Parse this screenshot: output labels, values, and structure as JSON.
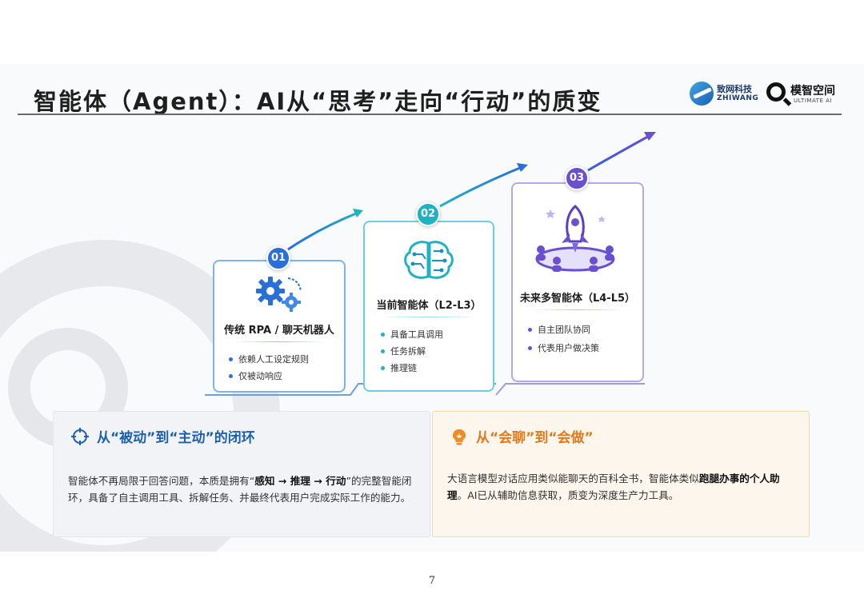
{
  "title": "智能体（Agent）：AI从“思考”走向“行动”的质变",
  "logos": {
    "zhiwang_cn": "致网科技",
    "zhiwang_en": "ZHIWANG",
    "mozhi_cn": "模智空间",
    "mozhi_en": "ULTIMATE AI"
  },
  "stages": [
    {
      "number": "01",
      "title": "传统 RPA / 聊天机器人",
      "icon": "gears-icon",
      "bullets": [
        "依赖人工设定规则",
        "仅被动响应"
      ]
    },
    {
      "number": "02",
      "title": "当前智能体（L2-L3）",
      "icon": "brain-circuit-icon",
      "bullets": [
        "具备工具调用",
        "任务拆解",
        "推理链"
      ]
    },
    {
      "number": "03",
      "title": "未来多智能体（L4-L5）",
      "icon": "rocket-team-icon",
      "bullets": [
        "自主团队协同",
        "代表用户做决策"
      ]
    }
  ],
  "panels": {
    "left": {
      "icon": "target-icon",
      "heading": "从“被动”到“主动”的闭环",
      "body_pre": "智能体不再局限于回答问题，本质是拥有“",
      "body_bold": "感知 → 推理 → 行动",
      "body_post": "”的完整智能闭环，具备了自主调用工具、拆解任务、并最终代表用户完成实际工作的能力。"
    },
    "right": {
      "icon": "lightbulb-icon",
      "heading": "从“会聊”到“会做”",
      "body_pre": "大语言模型对话应用类似能聊天的百科全书，智能体类似",
      "body_bold": "跑腿办事的个人助理",
      "body_post": "。AI已从辅助信息获取，质变为深度生产力工具。"
    }
  },
  "colors": {
    "stage1": "#2a6fd6",
    "stage2": "#1fb1c4",
    "stage3": "#6a4fd0",
    "left_accent": "#1e5fae",
    "right_accent": "#e07a1f"
  },
  "page_number": "7"
}
